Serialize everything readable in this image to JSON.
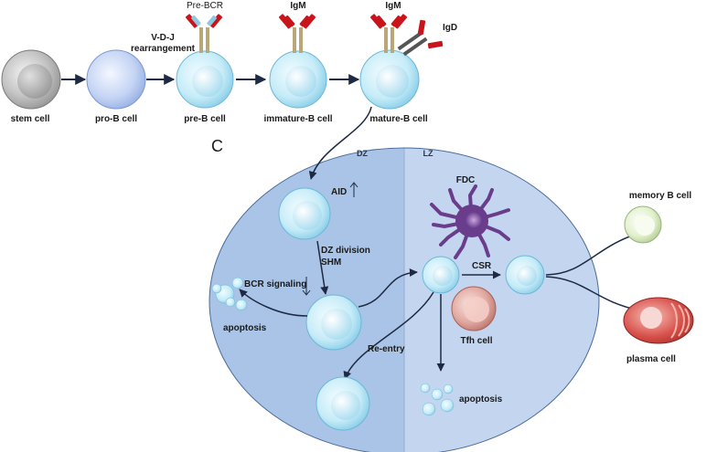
{
  "top_row": {
    "stem_cell": "stem cell",
    "pro_b_cell": "pro-B cell",
    "pre_b_cell": "pre-B cell",
    "immature_b_cell": "immature-B cell",
    "mature_b_cell": "mature-B cell",
    "vdj_line1": "V-D-J",
    "vdj_line2": "rearrangement",
    "pre_bcr": "Pre-BCR",
    "igm_immature": "IgM",
    "igm_mature": "IgM",
    "igd": "IgD"
  },
  "panel": {
    "letter": "C",
    "dark_zone": "DZ",
    "light_zone": "LZ",
    "aid": "AID",
    "dz_division": "DZ division",
    "shm": "SHM",
    "bcr_signaling": "BCR signaling",
    "apoptosis_left": "apoptosis",
    "fdc": "FDC",
    "csr": "CSR",
    "tfh_cell": "Tfh cell",
    "re_entry": "Re-entry",
    "apoptosis_bottom": "apoptosis",
    "memory_b_cell": "memory B cell",
    "plasma_cell": "plasma cell"
  },
  "colors": {
    "germinal_center": "#a9c4e6",
    "light_zone_tint": "#c4d6ef",
    "b_cell": "#c6ecf8",
    "receptor_stalk": "#b8a878",
    "receptor_arm": "#c8141a",
    "pre_bcr_arm": "#8cc8e0",
    "igd_stalk": "#555555",
    "fdc": "#6a3c8c",
    "tfh": "#e0a8a0",
    "memory": "#e2f0cc",
    "plasma": "#d8504a",
    "arrow": "#1e2a44"
  }
}
